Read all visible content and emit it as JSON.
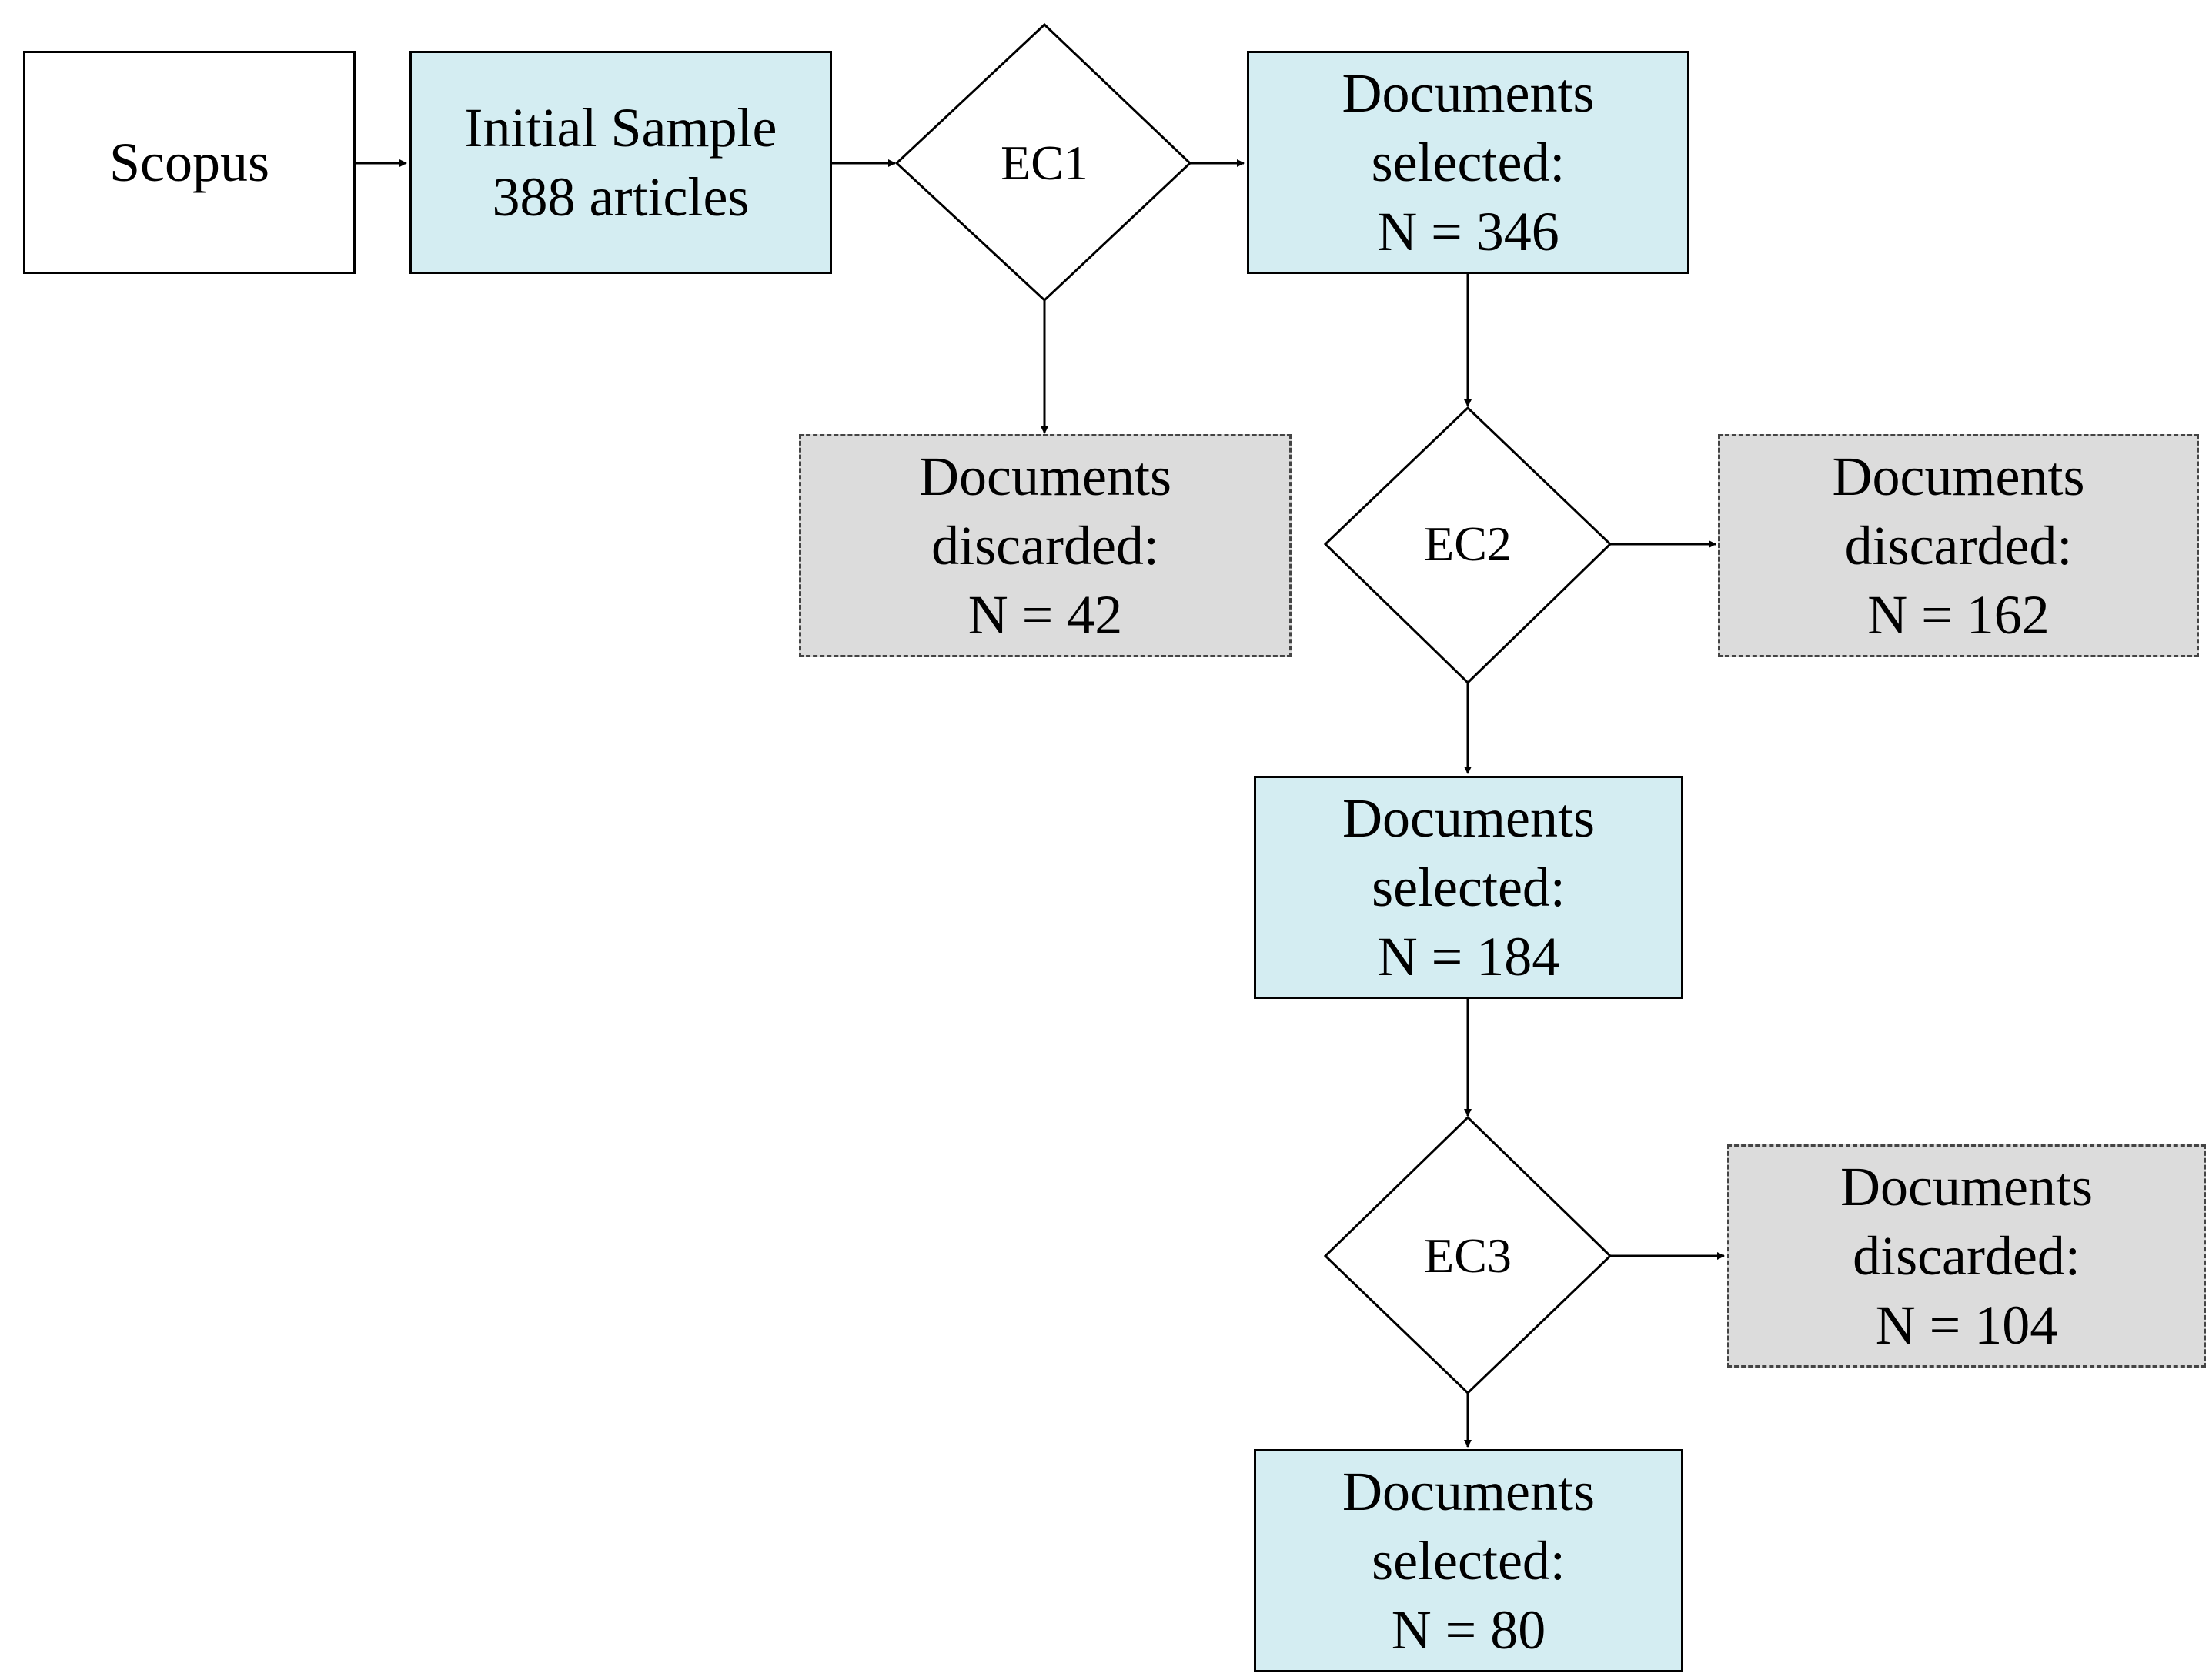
{
  "nodes": {
    "source": {
      "line1": "Scopus"
    },
    "initial": {
      "line1": "Initial Sample",
      "line2": "388 articles"
    },
    "ec1": {
      "label": "EC1"
    },
    "ec2": {
      "label": "EC2"
    },
    "ec3": {
      "label": "EC3"
    },
    "selected1": {
      "line1": "Documents",
      "line2": "selected:",
      "line3": "N = 346"
    },
    "selected2": {
      "line1": "Documents",
      "line2": "selected:",
      "line3": "N = 184"
    },
    "selected3": {
      "line1": "Documents",
      "line2": "selected:",
      "line3": "N = 80"
    },
    "discarded1": {
      "line1": "Documents",
      "line2": "discarded:",
      "line3": "N = 42"
    },
    "discarded2": {
      "line1": "Documents",
      "line2": "discarded:",
      "line3": "N = 162"
    },
    "discarded3": {
      "line1": "Documents",
      "line2": "discarded:",
      "line3": "N = 104"
    }
  },
  "colors": {
    "selected_fill": "#d4edf2",
    "discarded_fill": "#dcdcdc",
    "stroke": "#000000"
  }
}
